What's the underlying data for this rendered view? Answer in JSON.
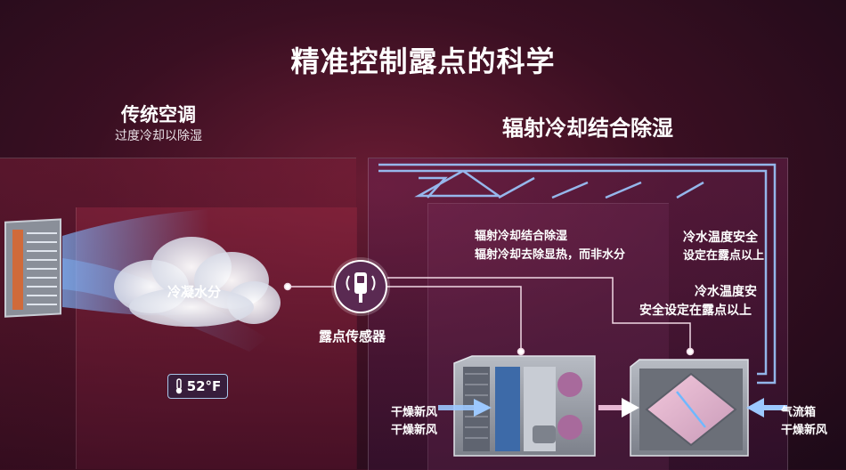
{
  "title": "精准控制露点的科学",
  "left": {
    "heading": "传统空调",
    "subheading": "过度冷却以除湿",
    "cloud_label": "冷凝水分",
    "temperature": "52°F"
  },
  "right": {
    "heading": "辐射冷却结合除湿",
    "radiant_label_1": "辐射冷却结合除湿",
    "radiant_label_2": "辐射冷却去除显热，而非水分",
    "water_temp_a_1": "冷水温度安全",
    "water_temp_a_2": "设定在露点以上",
    "water_temp_b_1": "冷水温度安",
    "water_temp_b_2": "安全设定在露点以上",
    "sensor_label": "露点传感器",
    "dry_air_1": "干燥新风",
    "dry_air_2": "干燥新风",
    "box_label_1": "气流箱",
    "box_label_2": "干燥新风"
  },
  "colors": {
    "airflow": "#7fb8ff",
    "pipe": "#9cc8ff",
    "accent": "#6a1c33",
    "sensor_ring": "#5a2a52"
  }
}
